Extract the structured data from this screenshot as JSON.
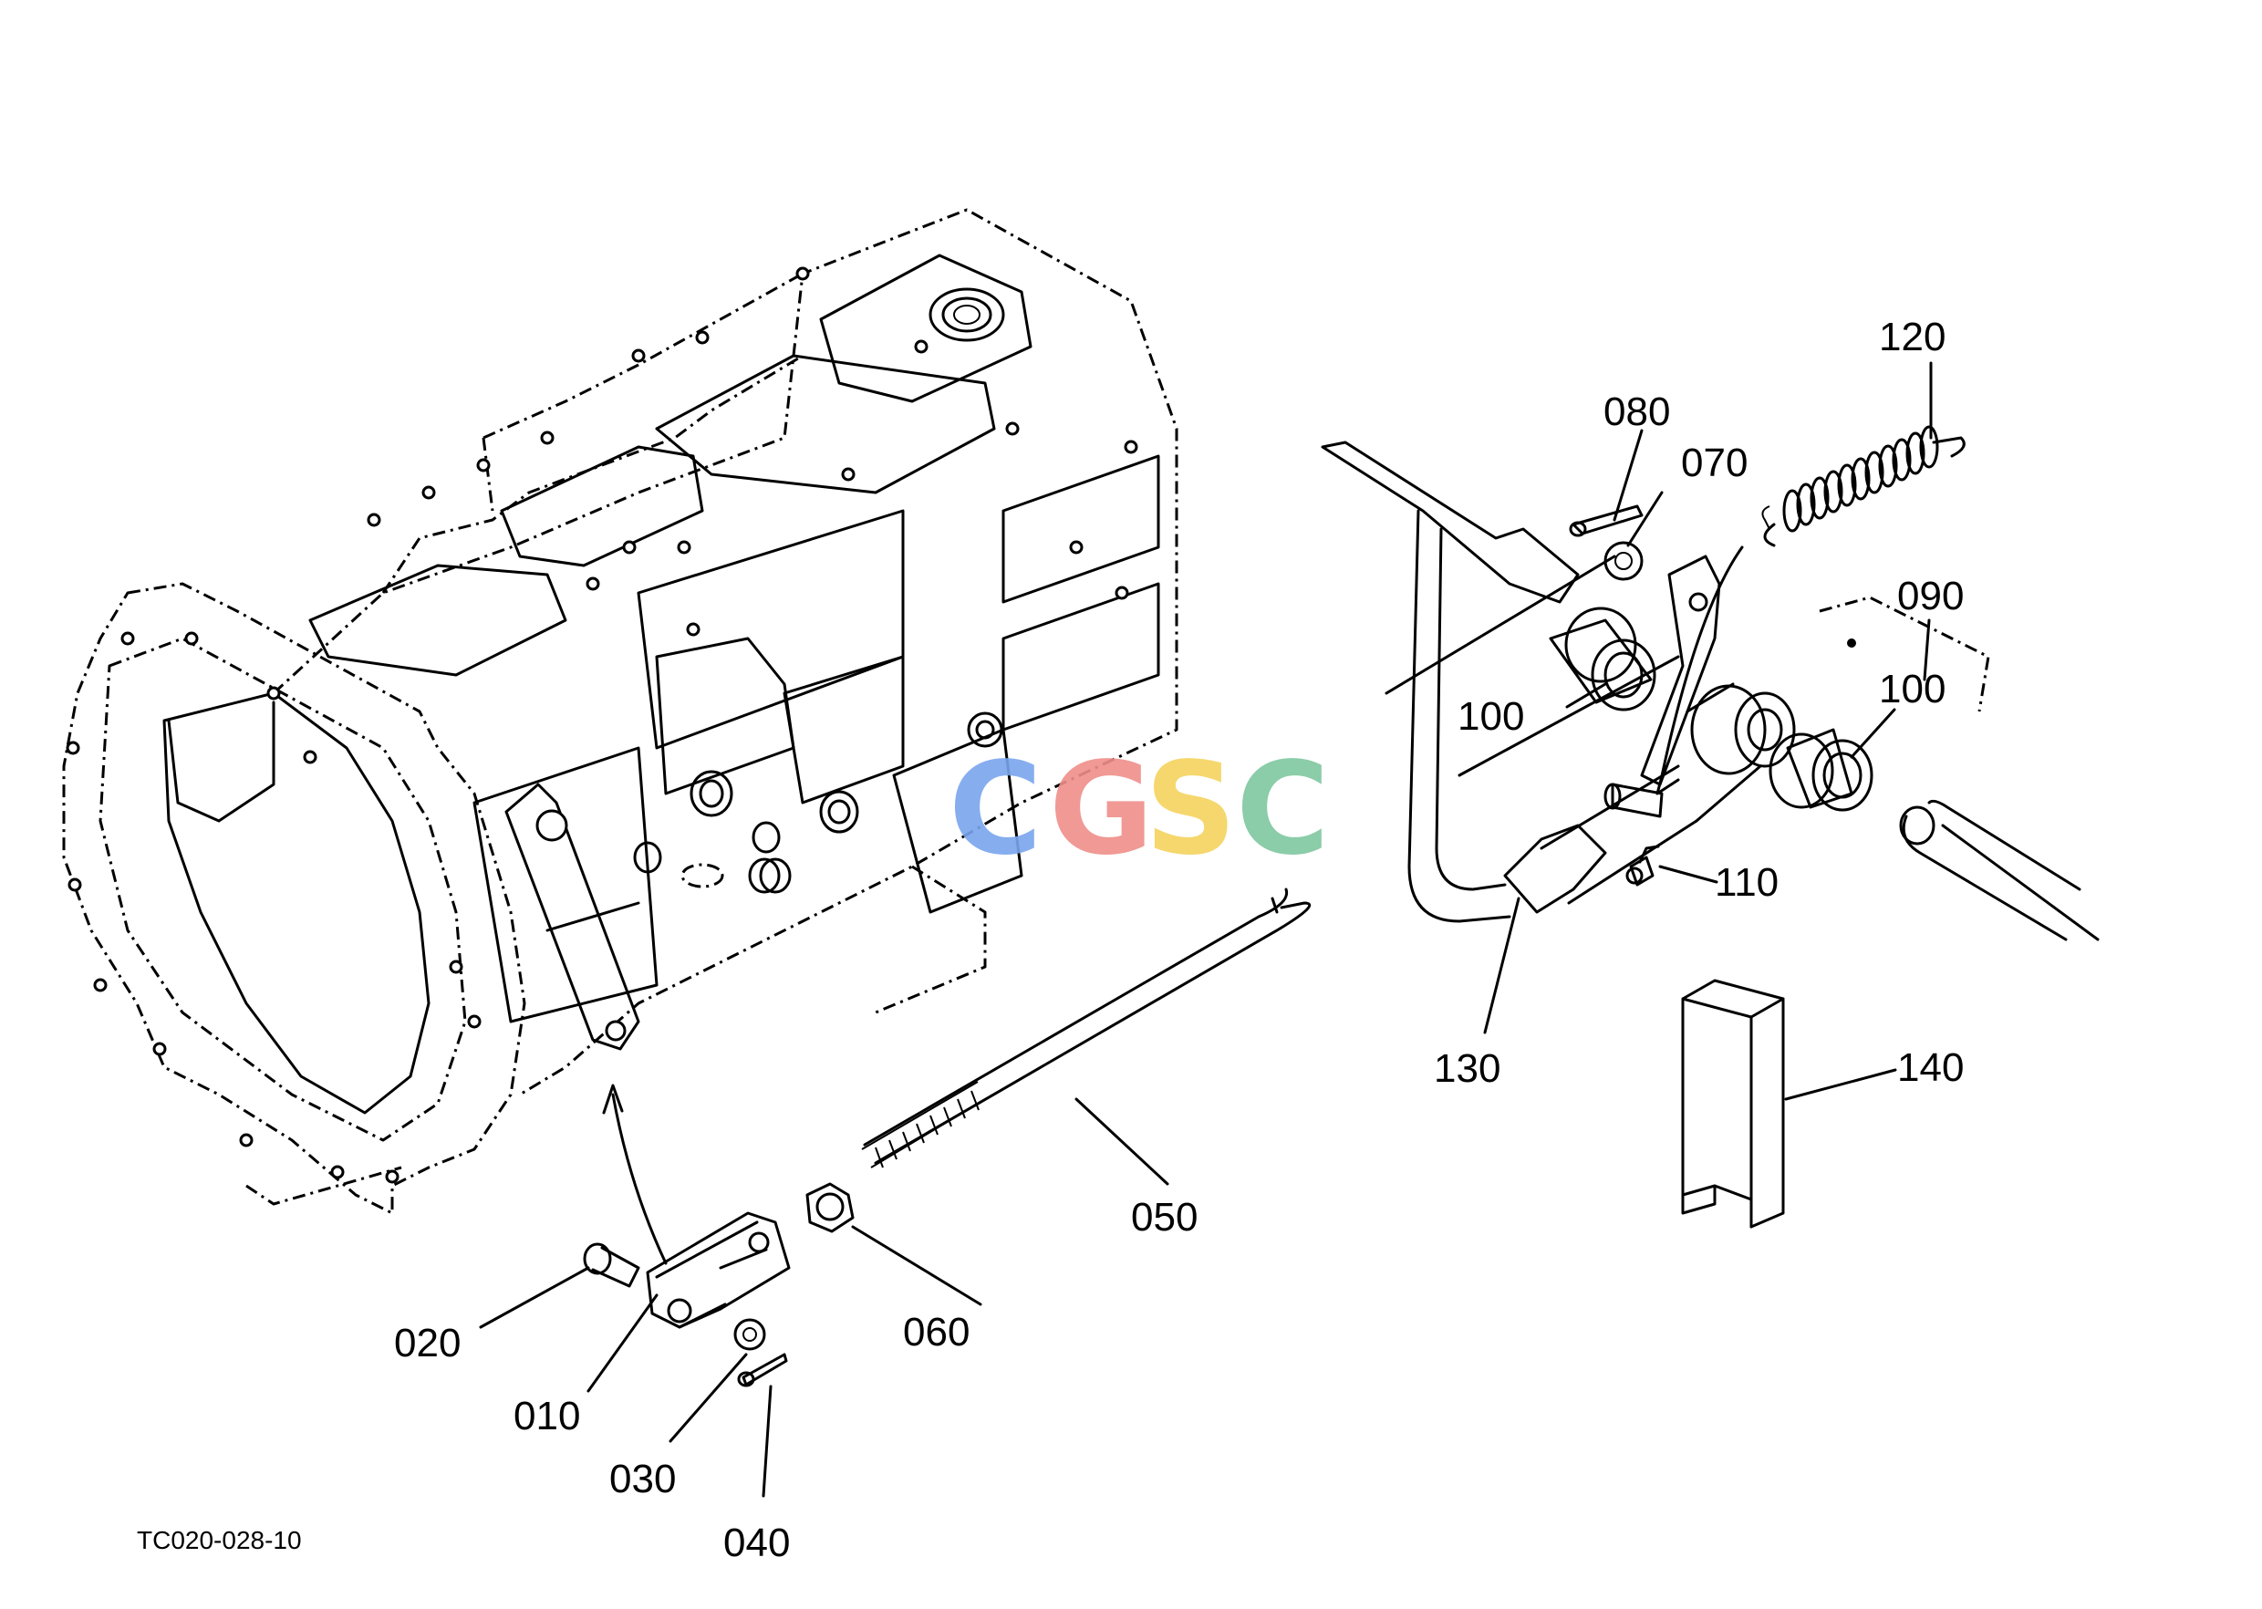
{
  "diagram": {
    "drawing_code": "TC020-028-10",
    "watermark": {
      "letters": [
        "C",
        "G",
        "S",
        "C"
      ],
      "colors": [
        "#7aa6ee",
        "#ef8f8a",
        "#f4d35e",
        "#7fc7a0"
      ]
    },
    "parts": {
      "p010": "010",
      "p020": "020",
      "p030": "030",
      "p040": "040",
      "p050": "050",
      "p060": "060",
      "p070": "070",
      "p080": "080",
      "p090": "090",
      "p100a": "100",
      "p100b": "100",
      "p110": "110",
      "p120": "120",
      "p130": "130",
      "p140": "140"
    }
  }
}
